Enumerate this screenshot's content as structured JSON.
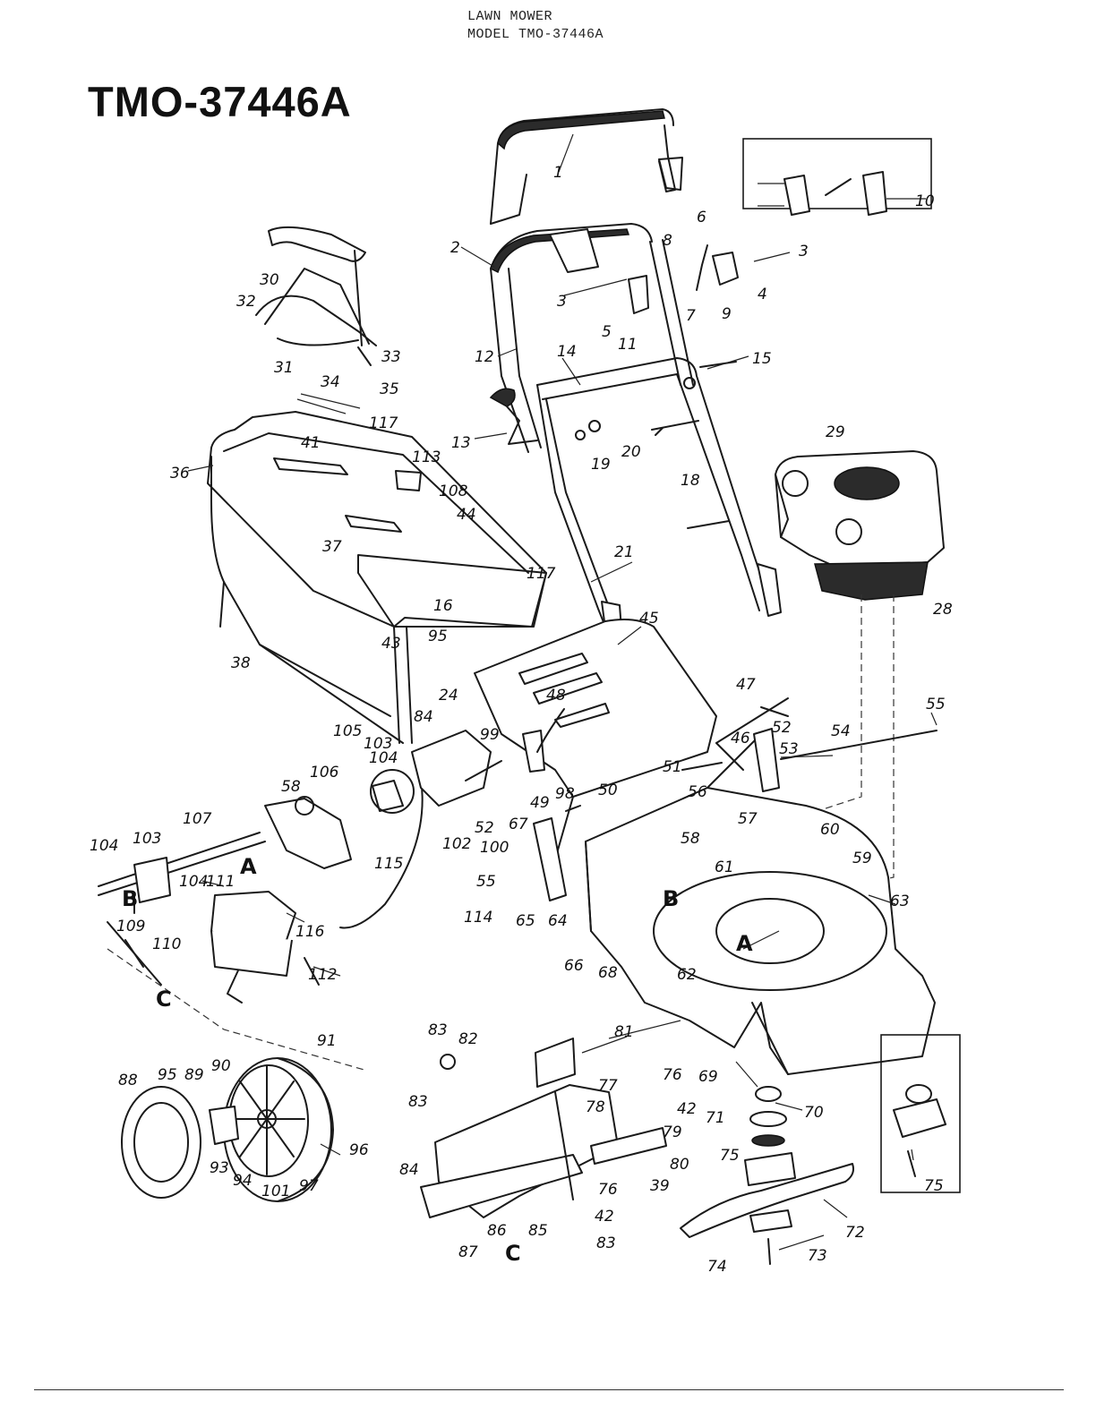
{
  "header": {
    "line1": "LAWN MOWER",
    "line2": "MODEL TMO-37446A"
  },
  "model_title": "TMO-37446A",
  "section_markers": [
    "A",
    "B",
    "C"
  ],
  "callouts": [
    "1",
    "2",
    "3",
    "3",
    "4",
    "5",
    "6",
    "7",
    "8",
    "9",
    "10",
    "11",
    "12",
    "13",
    "14",
    "15",
    "16",
    "18",
    "19",
    "20",
    "21",
    "24",
    "28",
    "29",
    "30",
    "31",
    "32",
    "33",
    "34",
    "35",
    "36",
    "37",
    "38",
    "39",
    "41",
    "42",
    "42",
    "43",
    "44",
    "45",
    "46",
    "47",
    "48",
    "49",
    "50",
    "51",
    "52",
    "52",
    "53",
    "54",
    "55",
    "55",
    "56",
    "57",
    "58",
    "58",
    "59",
    "60",
    "61",
    "62",
    "63",
    "64",
    "65",
    "66",
    "67",
    "68",
    "69",
    "70",
    "71",
    "72",
    "73",
    "74",
    "75",
    "75",
    "76",
    "76",
    "77",
    "78",
    "79",
    "80",
    "81",
    "82",
    "83",
    "83",
    "83",
    "84",
    "84",
    "85",
    "86",
    "87",
    "88",
    "89",
    "90",
    "91",
    "93",
    "94",
    "95",
    "95",
    "96",
    "97",
    "98",
    "99",
    "100",
    "101",
    "102",
    "103",
    "103",
    "104",
    "104",
    "104",
    "105",
    "106",
    "107",
    "108",
    "109",
    "110",
    "111",
    "112",
    "113",
    "114",
    "115",
    "116",
    "117",
    "117"
  ]
}
